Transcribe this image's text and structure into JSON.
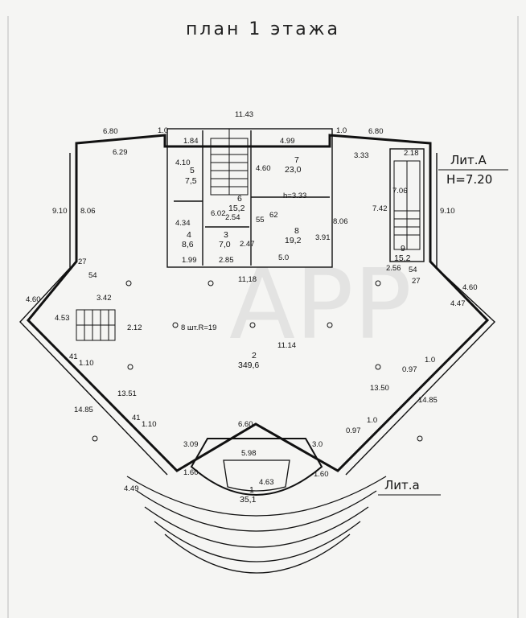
{
  "title": "план 1 этажа",
  "watermark": "APP",
  "labels": {
    "lit_A": "Лит.А",
    "height_A": "H=7.20",
    "lit_a": "Лит.а",
    "h_note": "h=3.33",
    "lights_note": "8 шт.R=19"
  },
  "rooms": [
    {
      "number": "1",
      "area": "35,1"
    },
    {
      "number": "2",
      "area": "349,6"
    },
    {
      "number": "3",
      "area": "7,0"
    },
    {
      "number": "4",
      "area": "8,6"
    },
    {
      "number": "5",
      "area": "7,5"
    },
    {
      "number": "6",
      "area": "15,2"
    },
    {
      "number": "7",
      "area": "23,0"
    },
    {
      "number": "8",
      "area": "19,2"
    },
    {
      "number": "9",
      "area": "15,2"
    }
  ],
  "dimensions": {
    "top_center": "11.43",
    "top_left_outer": "6.80",
    "top_left_inner": "6.29",
    "top_right_outer": "6.80",
    "top_right_inner": "3.33",
    "wall_left": "1.0",
    "wall_right": "1.0",
    "left_outer": "9.10",
    "left_inner": "8.06",
    "right_outer": "9.10",
    "right_inner": "7.42",
    "r5_top": "1.84",
    "r5_side": "4.10",
    "r4_side": "4.34",
    "r4_bottom": "1.99",
    "r3_bottom": "2.85",
    "r3_side": "2.47",
    "r6_side": "6.02",
    "r6_width": "2.54",
    "r7_top": "4.99",
    "r7_side": "4.60",
    "r8_side": "3.91",
    "r8_bottom": "5.0",
    "r8_right": "8.06",
    "v55": "55",
    "v62": "62",
    "stair9_top": "2.18",
    "stair9_side": "7.06",
    "stair9_bottom": "2.56",
    "core_bottom": "11,18",
    "left_27": "27",
    "left_54": "54",
    "right_27": "27",
    "right_54": "54",
    "diag_left_outer": "4.60",
    "diag_left_inner": "4.53",
    "diag_right_outer": "4.60",
    "diag_right_inner": "4.47",
    "stair_left_w": "3.42",
    "stair_left_h": "2.12",
    "hall_height": "11.14",
    "left_diag_outer": "14.85",
    "left_diag_inner": "13.51",
    "right_diag_outer": "14.85",
    "right_diag_inner": "13.50",
    "win_l1_a": "41",
    "win_l1_b": "1.10",
    "win_l2_a": "41",
    "win_l2_b": "1.10",
    "win_r1_a": "0.97",
    "win_r1_b": "1.0",
    "win_r2_a": "0.97",
    "win_r2_b": "1.0",
    "front_outer": "6.60",
    "front_inner": "5.98",
    "front_left": "3.09",
    "front_right": "3.0",
    "stage_left": "1.60",
    "stage_right": "1.60",
    "stage_depth": "4.63",
    "arc_left": "4.49"
  }
}
